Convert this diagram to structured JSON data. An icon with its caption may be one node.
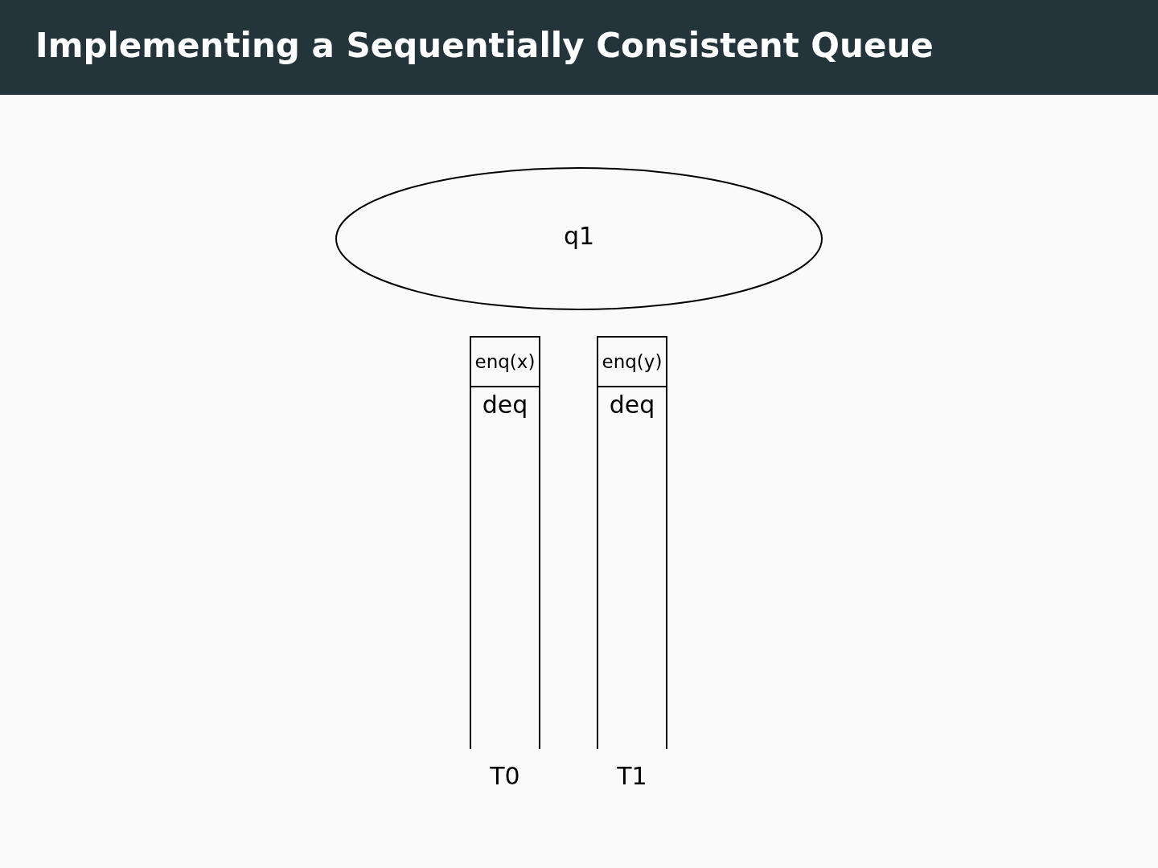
{
  "diagram": {
    "title": "Implementing a Sequentially Consistent Queue",
    "nodes": [
      {
        "text": [
          "q1"
        ]
      },
      {
        "text": [
          "T0"
        ]
      },
      {
        "text": [
          "enq(x)"
        ],
        "in": 1
      },
      {
        "text": [
          "deq"
        ],
        "in": 1
      },
      {
        "text": [
          "T1"
        ]
      },
      {
        "text": [
          "enq(y)"
        ],
        "in": 4
      },
      {
        "text": [
          "deq"
        ],
        "in": 4
      }
    ],
    "edges": []
  }
}
